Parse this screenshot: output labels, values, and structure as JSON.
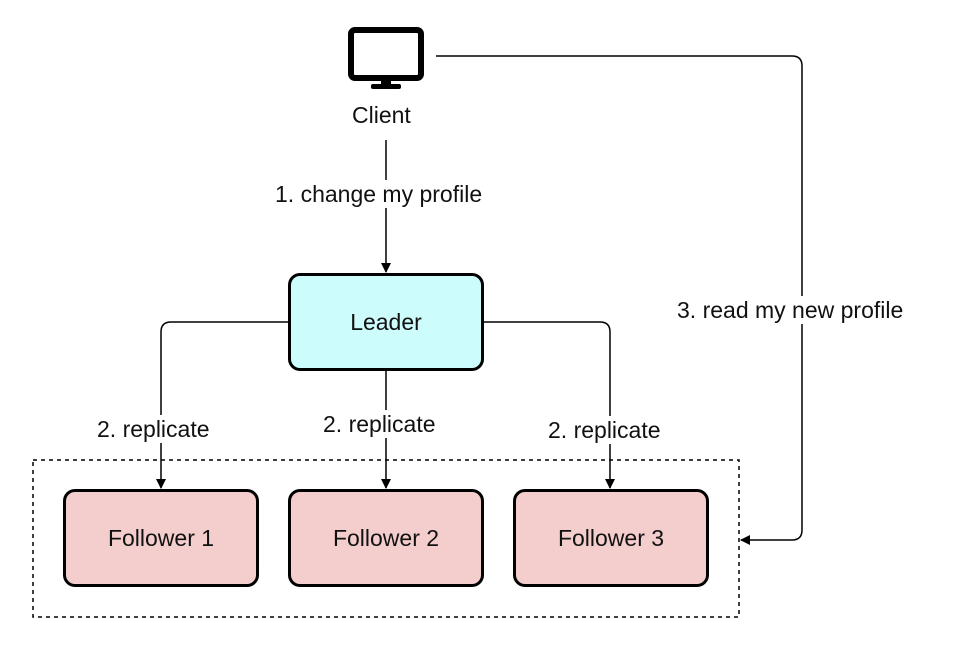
{
  "client": {
    "label": "Client"
  },
  "leader": {
    "label": "Leader"
  },
  "followers": [
    {
      "label": "Follower 1"
    },
    {
      "label": "Follower 2"
    },
    {
      "label": "Follower 3"
    }
  ],
  "edges": {
    "change": "1. change my profile",
    "replicate_1": "2. replicate",
    "replicate_2": "2. replicate",
    "replicate_3": "2. replicate",
    "read": "3. read my new profile"
  },
  "colors": {
    "leader_fill": "#ccfcfb",
    "follower_fill": "#f4cecd",
    "stroke": "#000000"
  }
}
